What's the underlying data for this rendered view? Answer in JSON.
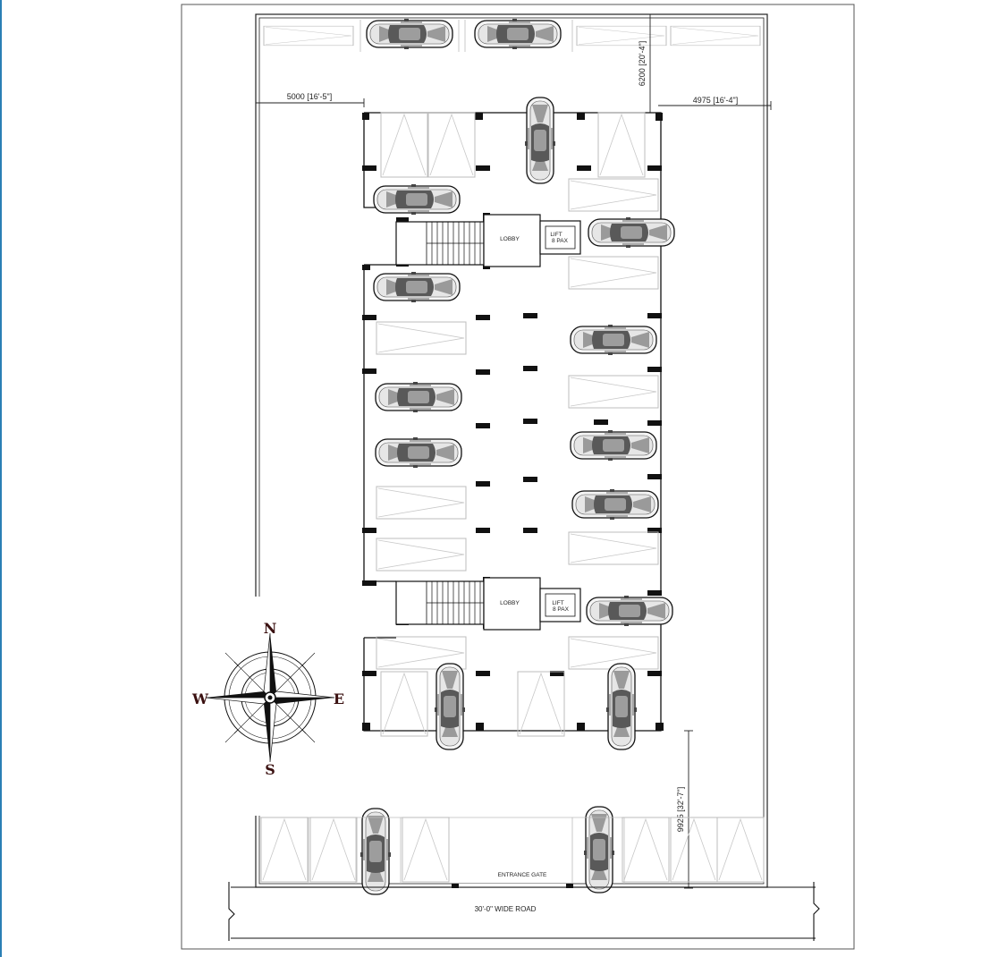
{
  "drawing": {
    "dimensions": {
      "setback_west": "5000 [16'-5\"]",
      "setback_north": "6200 [20'-4\"]",
      "setback_east": "4975 [16'-4\"]",
      "setback_south": "9925 [32'-7\"]"
    },
    "labels": {
      "lobby_upper": "LOBBY",
      "lobby_lower": "LOBBY",
      "lift_upper_line1": "LIFT",
      "lift_upper_line2": "8 PAX",
      "lift_lower_line1": "LIFT",
      "lift_lower_line2": "8 PAX",
      "entrance_gate": "ENTRANCE GATE",
      "road": "30'-0\" WIDE ROAD"
    },
    "compass": {
      "north": "N",
      "south": "S",
      "east": "E",
      "west": "W"
    }
  }
}
